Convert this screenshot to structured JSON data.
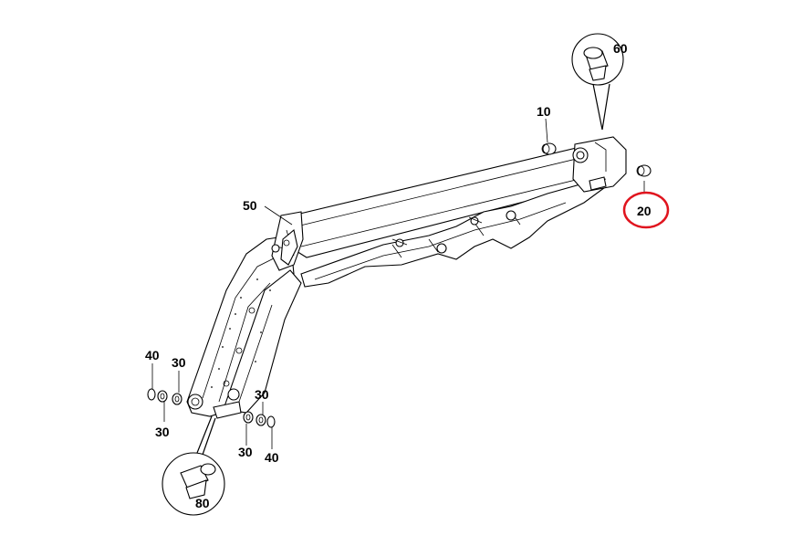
{
  "parts": {
    "p10": "10",
    "p20": "20",
    "p30a": "30",
    "p30b": "30",
    "p30c": "30",
    "p30d": "30",
    "p40a": "40",
    "p40b": "40",
    "p50": "50",
    "p60": "60",
    "p80": "80"
  },
  "highlight": {
    "part": "20",
    "color": "#e0141e"
  },
  "line_color": "#000000"
}
